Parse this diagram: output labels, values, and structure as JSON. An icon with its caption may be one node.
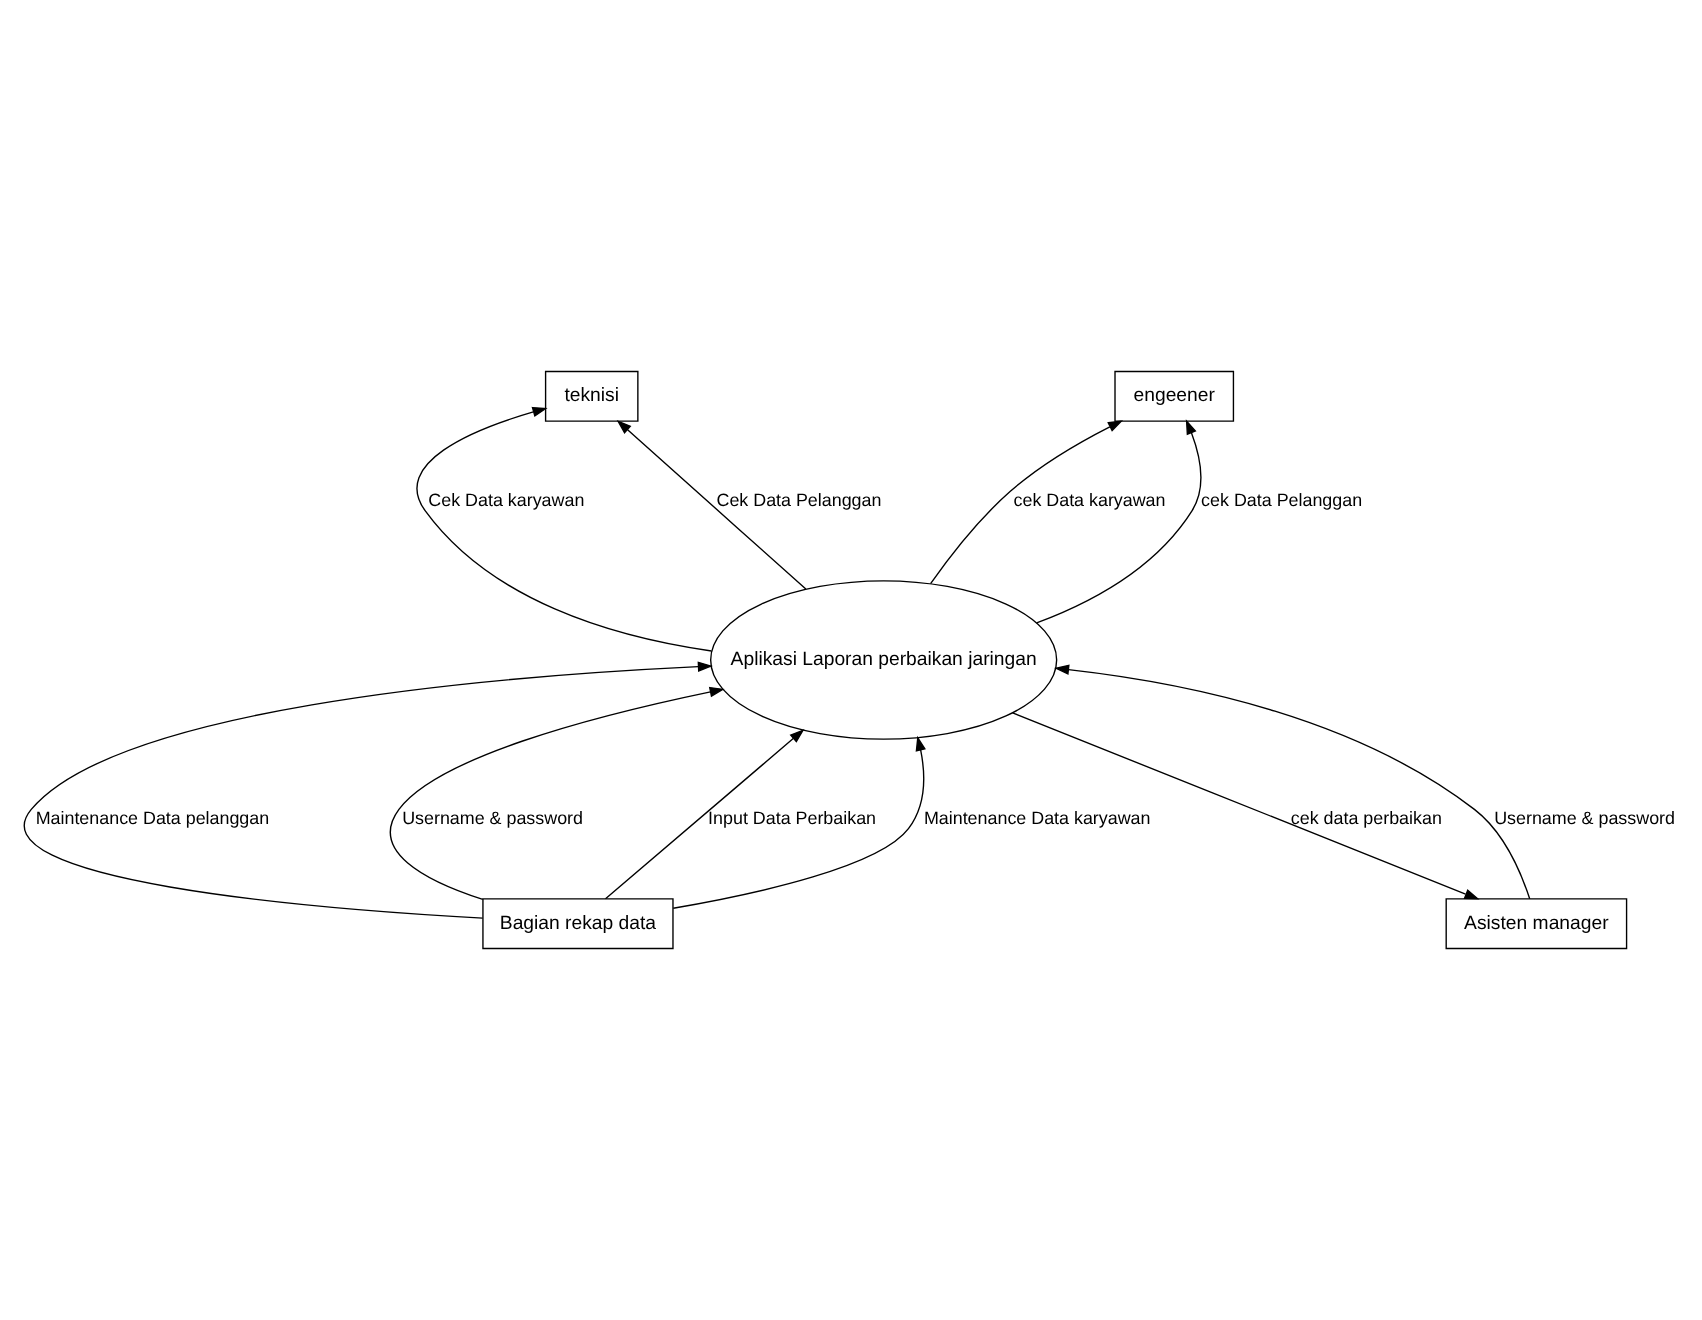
{
  "diagram": {
    "nodes": [
      {
        "text": [
          "teknisi"
        ]
      },
      {
        "text": [
          "engeener"
        ]
      },
      {
        "text": [
          "Aplikasi Laporan perbaikan jaringan"
        ]
      },
      {
        "text": [
          "Bagian rekap data"
        ]
      },
      {
        "text": [
          "Asisten manager"
        ]
      }
    ],
    "edges": [
      {
        "from": 2,
        "to": 0,
        "arrow": "to",
        "label": "Cek Data karyawan"
      },
      {
        "from": 2,
        "to": 0,
        "arrow": "to",
        "label": "Cek Data Pelanggan"
      },
      {
        "from": 2,
        "to": 1,
        "arrow": "to",
        "label": "cek Data karyawan"
      },
      {
        "from": 2,
        "to": 1,
        "arrow": "to",
        "label": "cek Data Pelanggan"
      },
      {
        "from": 2,
        "to": 4,
        "arrow": "to",
        "label": "cek data perbaikan"
      },
      {
        "from": 4,
        "to": 2,
        "arrow": "to",
        "label": "Username & password"
      },
      {
        "from": 3,
        "to": 2,
        "arrow": "to",
        "label": "Maintenance Data pelanggan"
      },
      {
        "from": 3,
        "to": 2,
        "arrow": "to",
        "label": "Username & password"
      },
      {
        "from": 3,
        "to": 2,
        "arrow": "to",
        "label": "Input Data Perbaikan"
      },
      {
        "from": 3,
        "to": 2,
        "arrow": "to",
        "label": "Maintenance Data karyawan"
      }
    ]
  }
}
